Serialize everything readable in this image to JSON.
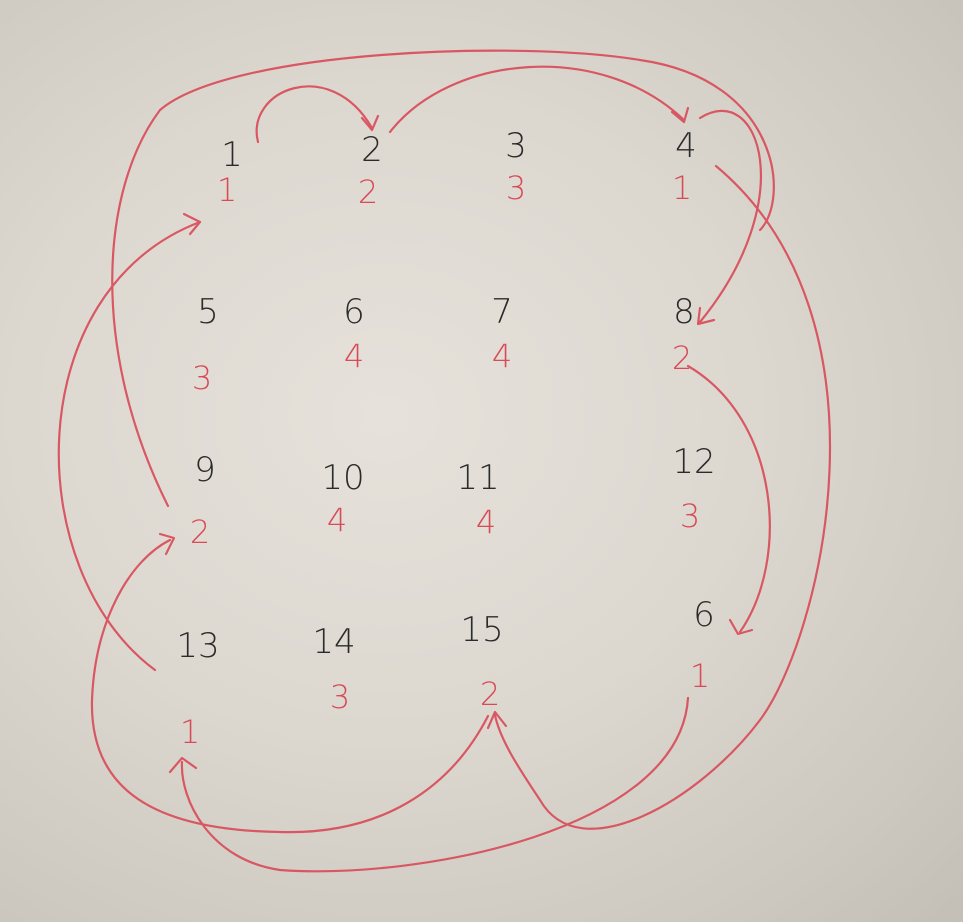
{
  "grid": {
    "cells": [
      {
        "top": "1",
        "bottom": "1"
      },
      {
        "top": "2",
        "bottom": "2"
      },
      {
        "top": "3",
        "bottom": "3"
      },
      {
        "top": "4",
        "bottom": "1"
      },
      {
        "top": "5",
        "bottom": "3"
      },
      {
        "top": "6",
        "bottom": "4"
      },
      {
        "top": "7",
        "bottom": "4"
      },
      {
        "top": "8",
        "bottom": "2"
      },
      {
        "top": "9",
        "bottom": "2"
      },
      {
        "top": "10",
        "bottom": "4"
      },
      {
        "top": "11",
        "bottom": "4"
      },
      {
        "top": "12",
        "bottom": "3"
      },
      {
        "top": "13",
        "bottom": "1"
      },
      {
        "top": "14",
        "bottom": "3"
      },
      {
        "top": "15",
        "bottom": "2"
      },
      {
        "top": "6",
        "bottom": "1"
      }
    ]
  },
  "colors": {
    "ink": "#2b2b2b",
    "red": "#d94a57",
    "paper": "#dcd8d0"
  }
}
